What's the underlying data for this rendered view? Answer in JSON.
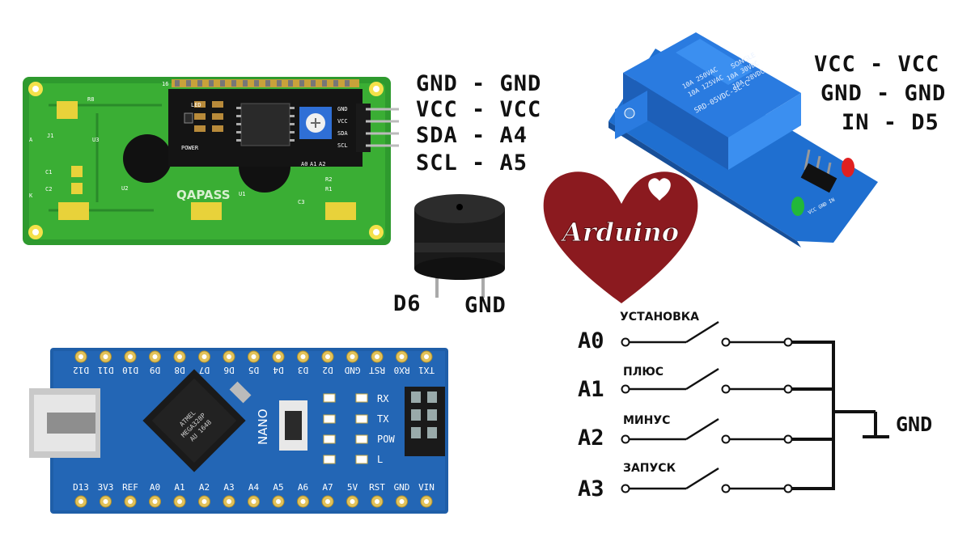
{
  "lcd": {
    "connections": [
      "GND - GND",
      "VCC - VCC",
      "SDA - A4",
      "SCL - A5"
    ],
    "board_brand": "QAPASS",
    "header_pins": [
      "GND",
      "VCC",
      "SDA",
      "SCL"
    ],
    "silkscreen": [
      "LED",
      "POWER",
      "R8",
      "U2",
      "U1",
      "U3",
      "C1",
      "C2",
      "C3",
      "R1",
      "R2",
      "J1",
      "A0",
      "A1",
      "A2",
      "16",
      "A",
      "K"
    ]
  },
  "buzzer": {
    "pins": [
      "D6",
      "GND"
    ]
  },
  "relay": {
    "connections": [
      "VCC - VCC",
      "GND - GND",
      "IN - D5"
    ],
    "brand": "SONGLE",
    "model": "SRD-05VDC-SL-C",
    "ratings": [
      "10A 250VAC",
      "10A 125VAC",
      "10A 30VDC",
      "10A 28VDC"
    ],
    "pin_labels": "VCC GND IN"
  },
  "logo": {
    "text": "Arduino",
    "color": "#8b1a1f"
  },
  "nano": {
    "label": "NANO",
    "chip_text": [
      "ATMEL",
      "MEGA328P",
      "AU 1648"
    ],
    "top_pins": [
      "TX1",
      "RX0",
      "RST",
      "GND",
      "D2",
      "D3",
      "D4",
      "D5",
      "D6",
      "D7",
      "D8",
      "D9",
      "D10",
      "D11",
      "D12"
    ],
    "bottom_pins": [
      "D13",
      "3V3",
      "REF",
      "A0",
      "A1",
      "A2",
      "A3",
      "A4",
      "A5",
      "A6",
      "A7",
      "5V",
      "RST",
      "GND",
      "VIN"
    ],
    "leds": [
      "RX",
      "TX",
      "POW",
      "L"
    ],
    "board_color": "#1f5ea8"
  },
  "buttons": {
    "items": [
      {
        "pin": "A0",
        "label": "УСТАНОВКА"
      },
      {
        "pin": "A1",
        "label": "ПЛЮС"
      },
      {
        "pin": "A2",
        "label": "МИНУС"
      },
      {
        "pin": "A3",
        "label": "ЗАПУСК"
      }
    ],
    "common": "GND"
  }
}
